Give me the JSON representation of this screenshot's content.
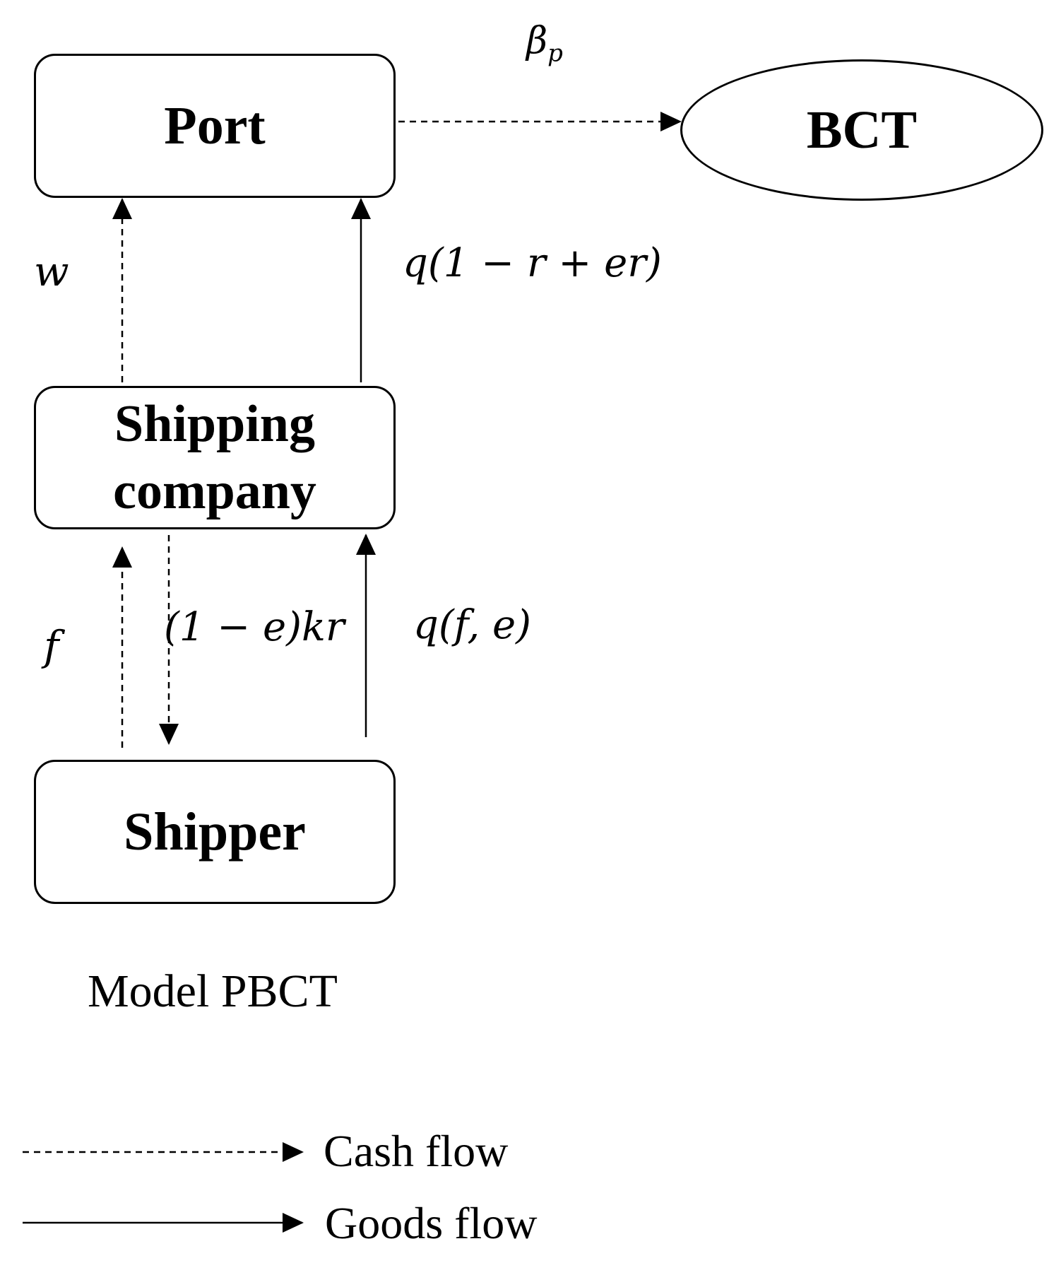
{
  "nodes": {
    "port": "Port",
    "bct": "BCT",
    "shipping_company_line1": "Shipping",
    "shipping_company_line2": "company",
    "shipper": "Shipper"
  },
  "labels": {
    "beta_base": "β",
    "beta_sub": "p",
    "w": "w",
    "q_port": "q(1 − r + er)",
    "f": "f",
    "refund": "(1 − e)kr",
    "q_shipco": "q(f, e)"
  },
  "caption": "Model PBCT",
  "legend": {
    "cash_flow": "Cash flow",
    "goods_flow": "Goods flow"
  }
}
